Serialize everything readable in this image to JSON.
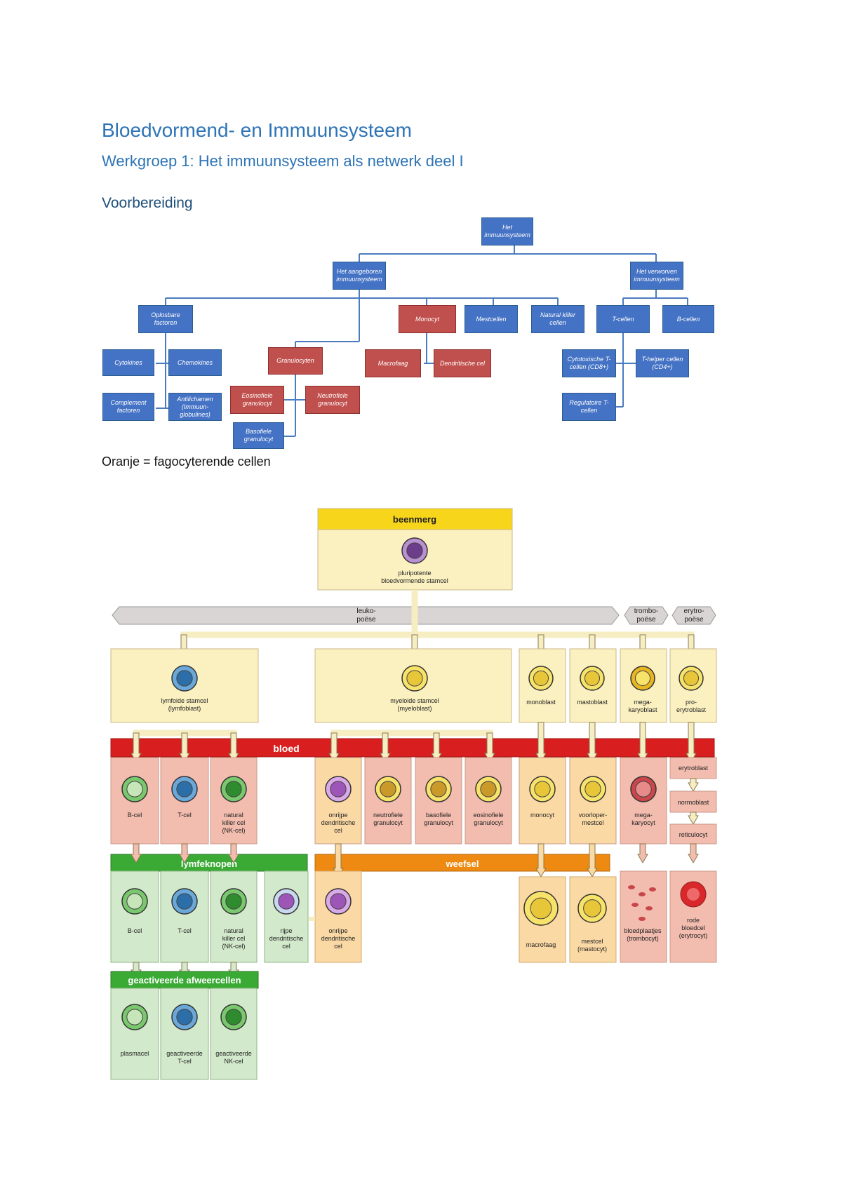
{
  "document": {
    "title": "Bloedvormend- en Immuunsysteem",
    "subtitle": "Werkgroep 1: Het immuunsysteem als netwerk deel I",
    "section": "Voorbereiding",
    "note": "Oranje = fagocyterende cellen"
  },
  "org_chart": {
    "root": "Het immuunsysteem",
    "innate": "Het aangeboren immuunsysteem",
    "adaptive": "Het verworven immuunsysteem",
    "humoral": "Oplosbare factoren",
    "cytokines": "Cytokines",
    "chemokines": "Chemokines",
    "complement": "Complement factoren",
    "antibodies": "Antilichamen (Immuun-globulines)",
    "granulocytes": "Granulocyten",
    "eosinophil": "Eosinofiele granulocyt",
    "neutrophil": "Neutrofiele granulocyt",
    "basophil": "Basofiele granulocyt",
    "monocyte": "Monocyt",
    "macrophage": "Macrofaag",
    "dendritic": "Dendritische cel",
    "mast": "Mestcellen",
    "nk": "Natural killer cellen",
    "tcells": "T-cellen",
    "bcells": "B-cellen",
    "cytotoxic": "Cytotoxische T-cellen (CD8+)",
    "helper": "T-helper cellen (CD4+)",
    "regulatory": "Regulatoire T-cellen",
    "colors": {
      "blue": "#4472c4",
      "red_phagocyte": "#c0504d"
    }
  },
  "figure": {
    "bone_marrow": "beenmerg",
    "stem_cell": [
      "pluripotente",
      "bloedvormende stamcel"
    ],
    "leuko": [
      "leuko-",
      "poëse"
    ],
    "trombo": [
      "trombo-",
      "poëse"
    ],
    "erytro": [
      "erytro-",
      "poëse"
    ],
    "lymphoid": [
      "lymfoide stamcel",
      "(lymfoblast)"
    ],
    "myeloid": [
      "myeloide stamcel",
      "(myeloblast)"
    ],
    "monoblast": [
      "monoblast"
    ],
    "mastoblast": [
      "mastoblast"
    ],
    "megakaryoblast": [
      "mega-",
      "karyoblast"
    ],
    "proerythroblast": [
      "pro-",
      "erytroblast"
    ],
    "blood": "bloed",
    "blood_bcell": [
      "B-cel"
    ],
    "blood_tcell": [
      "T-cel"
    ],
    "blood_nk": [
      "natural",
      "killer cel",
      "(NK-cel)"
    ],
    "immature_dc": [
      "onrijpe",
      "dendritische",
      "cel"
    ],
    "neutrophil": [
      "neutrofiele",
      "granulocyt"
    ],
    "basophil": [
      "basofiele",
      "granulocyt"
    ],
    "eosinophil": [
      "eosinofiele",
      "granulocyt"
    ],
    "monocyte": [
      "monocyt"
    ],
    "mast_precursor": [
      "voorloper-",
      "mestcel"
    ],
    "megakaryocyte": [
      "mega-",
      "karyocyt"
    ],
    "erythroblast": "erytroblast",
    "normoblast": "normoblast",
    "reticulocyte": "reticulocyt",
    "lymph_nodes": "lymfeknopen",
    "tissue": "weefsel",
    "ln_bcell": [
      "B-cel"
    ],
    "ln_tcell": [
      "T-cel"
    ],
    "ln_nk": [
      "natural",
      "killer cel",
      "(NK-cel)"
    ],
    "mature_dc": [
      "rijpe",
      "dendritische",
      "cel"
    ],
    "tissue_dc": [
      "onrijpe",
      "dendritische",
      "cel"
    ],
    "macrophage": [
      "macrofaag"
    ],
    "mast_cell": [
      "mestcel",
      "(mastocyt)"
    ],
    "platelets": [
      "bloedplaatjes",
      "(trombocyt)"
    ],
    "rbc": [
      "rode",
      "bloedcel",
      "(erytrocyt)"
    ],
    "activated": "geactiveerde afweercellen",
    "plasma": [
      "plasmacel"
    ],
    "act_tcell": [
      "geactiveerde",
      "T-cel"
    ],
    "act_nk": [
      "geactiveerde",
      "NK-cel"
    ],
    "colors": {
      "yellow_header": "#f7d51a",
      "cream": "#fbf0c0",
      "red_band": "#d81e1e",
      "pink_cell": "#f2bcae",
      "green_band": "#3aaa35",
      "green_cell": "#d2e9cb",
      "orange_band": "#ee8a12",
      "orange_cell": "#fbd9a5",
      "gray_band": "#d8d5d4"
    }
  }
}
